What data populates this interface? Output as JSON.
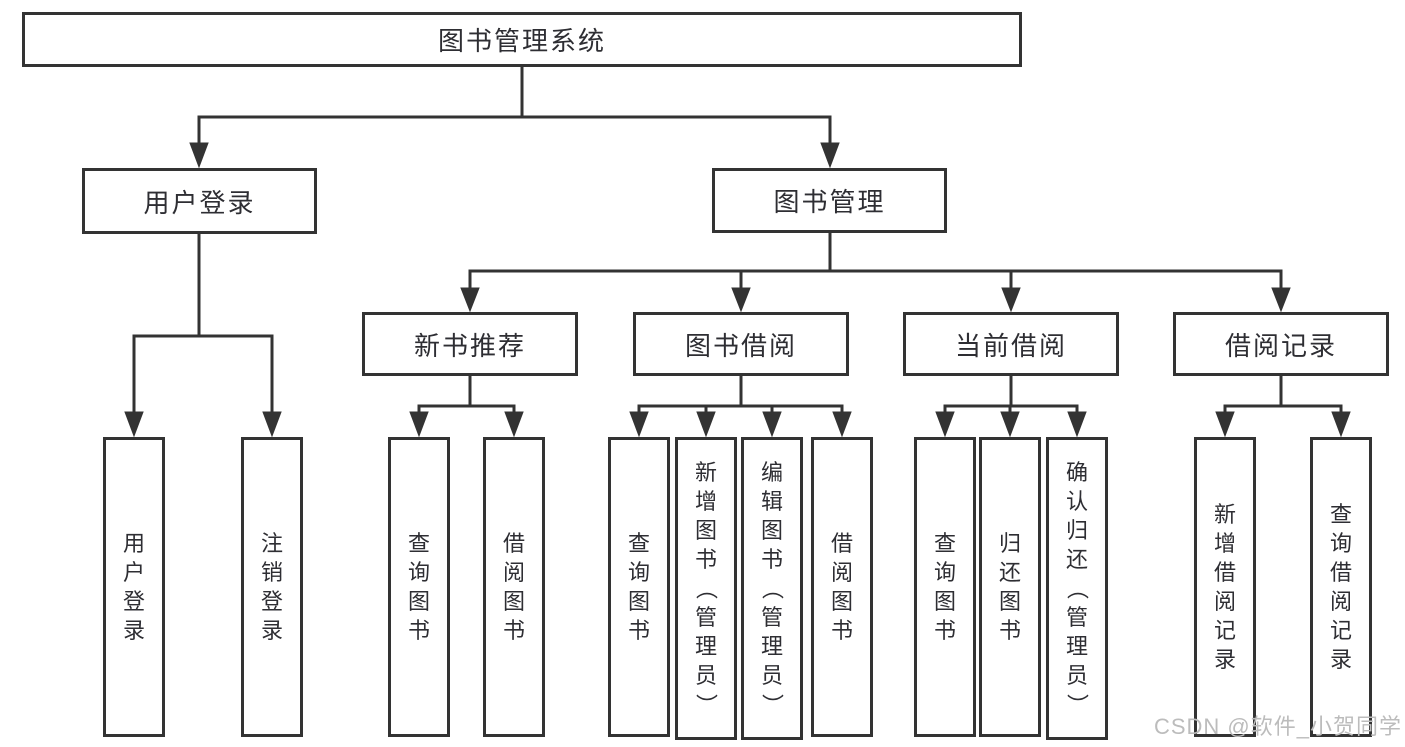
{
  "diagram": {
    "root": {
      "label": "图书管理系统"
    },
    "level2": {
      "user_login": {
        "label": "用户登录"
      },
      "book_management": {
        "label": "图书管理"
      }
    },
    "level3": {
      "new_book_recommend": {
        "label": "新书推荐"
      },
      "book_borrow": {
        "label": "图书借阅"
      },
      "current_borrow": {
        "label": "当前借阅"
      },
      "borrow_records": {
        "label": "借阅记录"
      }
    },
    "leaves": {
      "user_login_leaf": {
        "label": "用户登录"
      },
      "logout_login": {
        "label": "注销登录"
      },
      "query_books_recommend": {
        "label": "查询图书"
      },
      "borrow_books_recommend": {
        "label": "借阅图书"
      },
      "query_books_borrow": {
        "label": "查询图书"
      },
      "add_books_admin": {
        "label": "新增图书（管理员）"
      },
      "edit_books_admin": {
        "label": "编辑图书（管理员）"
      },
      "borrow_books_borrow": {
        "label": "借阅图书"
      },
      "query_books_current": {
        "label": "查询图书"
      },
      "return_books": {
        "label": "归还图书"
      },
      "confirm_return_admin": {
        "label": "确认归还（管理员）"
      },
      "add_borrow_record": {
        "label": "新增借阅记录"
      },
      "query_borrow_record": {
        "label": "查询借阅记录"
      }
    }
  },
  "watermark": {
    "text": "CSDN @软件_小贺同学"
  },
  "colors": {
    "line": "#333333",
    "text": "#2e2e33",
    "watermark": "#bcbcbc",
    "background": "#ffffff"
  }
}
